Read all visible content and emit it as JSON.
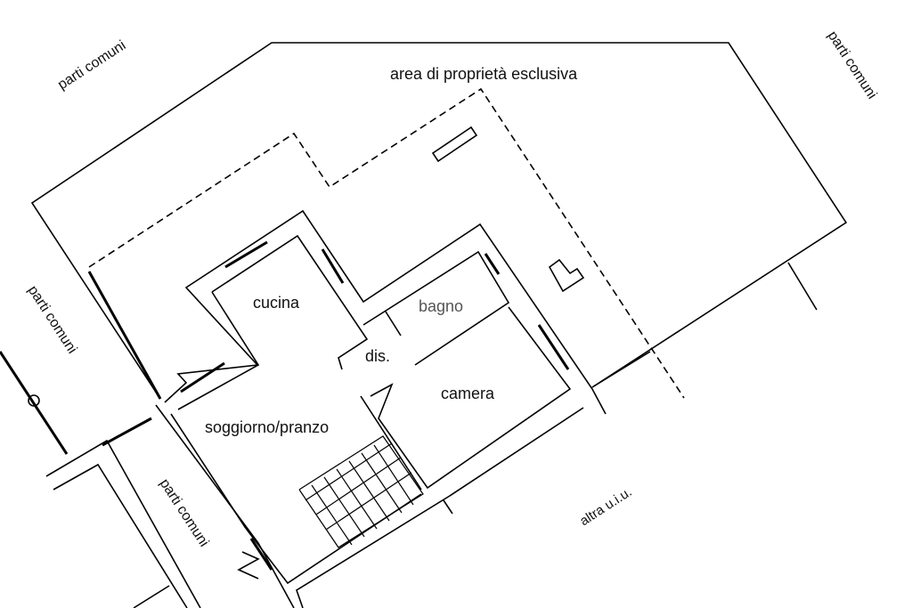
{
  "labels": {
    "parti_comuni_top_left": "parti comuni",
    "area_esclusiva": "area di proprietà esclusiva",
    "parti_comuni_top_right": "parti comuni",
    "parti_comuni_left": "parti comuni",
    "parti_comuni_bottom": "parti comuni",
    "cucina": "cucina",
    "bagno": "bagno",
    "dis": "dis.",
    "camera": "camera",
    "soggiorno": "soggiorno/pranzo",
    "altra_uiu": "altra u.i.u."
  },
  "colors": {
    "line": "#000000",
    "background": "#ffffff"
  }
}
